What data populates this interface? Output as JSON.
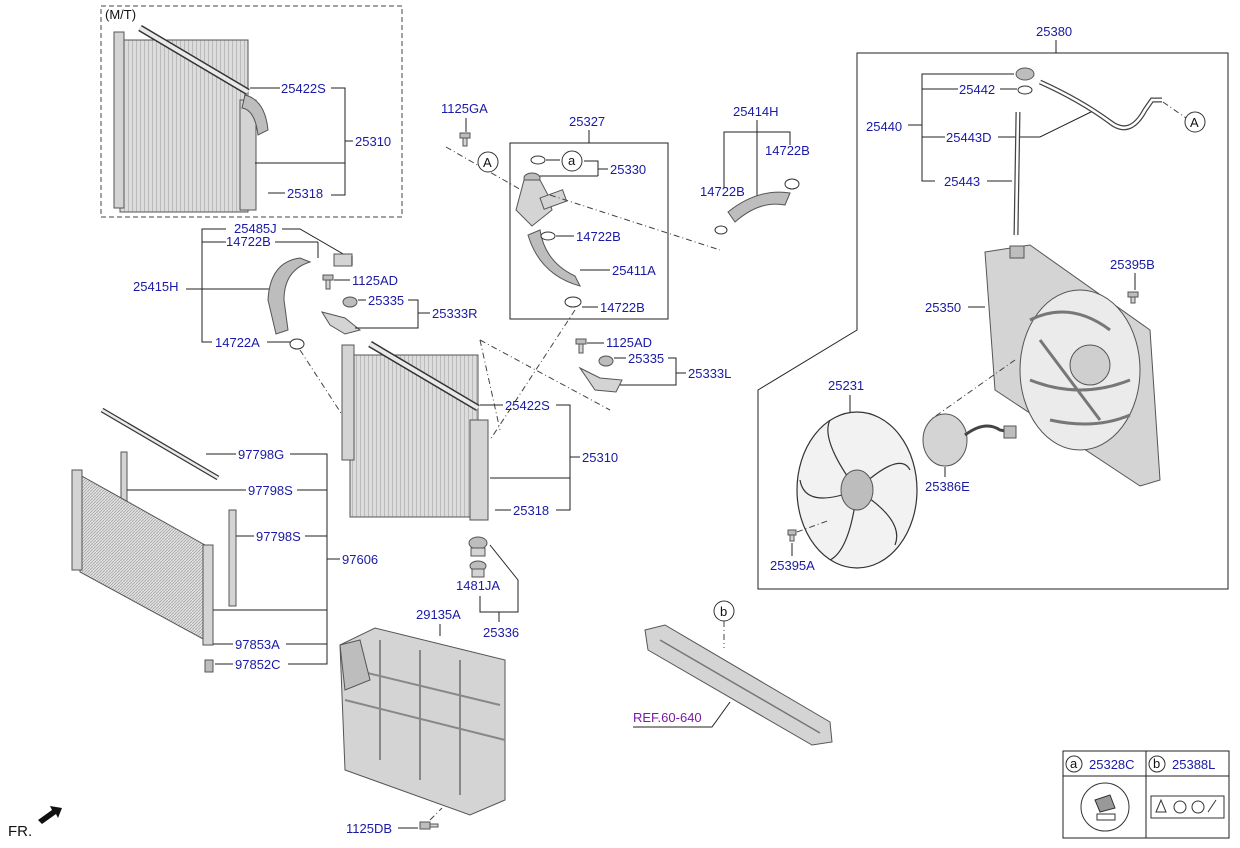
{
  "labels": {
    "mt_note": "(M/T)",
    "p25422S_top": "25422S",
    "p25310_top": "25310",
    "p25318_top": "25318",
    "p1125GA": "1125GA",
    "p25327": "25327",
    "p25330": "25330",
    "p14722B_a": "14722B",
    "p25411A": "25411A",
    "p14722B_b": "14722B",
    "p25414H": "25414H",
    "p14722B_c": "14722B",
    "p14722B_d": "14722B",
    "p25485J": "25485J",
    "p14722B_e": "14722B",
    "p25415H": "25415H",
    "p1125AD_a": "1125AD",
    "p25335_a": "25335",
    "p25333R": "25333R",
    "p14722A": "14722A",
    "p1125AD_b": "1125AD",
    "p25335_b": "25335",
    "p25333L": "25333L",
    "p25422S_mid": "25422S",
    "p25310_mid": "25310",
    "p25318_mid": "25318",
    "p97798G": "97798G",
    "p97798S_a": "97798S",
    "p97798S_b": "97798S",
    "p97606": "97606",
    "p97853A": "97853A",
    "p97852C": "97852C",
    "p1481JA": "1481JA",
    "p25336": "25336",
    "p29135A": "29135A",
    "p1125DB": "1125DB",
    "p25380": "25380",
    "p25442": "25442",
    "p25440": "25440",
    "p25443D": "25443D",
    "p25443": "25443",
    "p25395B": "25395B",
    "p25350": "25350",
    "p25231": "25231",
    "p25386E": "25386E",
    "p25395A": "25395A",
    "ref": "REF.60-640",
    "fr": "FR."
  },
  "callouts": {
    "a": "a",
    "b": "b",
    "A": "A"
  },
  "legend": {
    "a_key": "a",
    "a_part": "25328C",
    "b_key": "b",
    "b_part": "25388L"
  },
  "colors": {
    "label_blue": "#1a1aa6",
    "ref_purple": "#7a1aa6",
    "line": "#222222",
    "part_gray": "#d4d4d4"
  }
}
